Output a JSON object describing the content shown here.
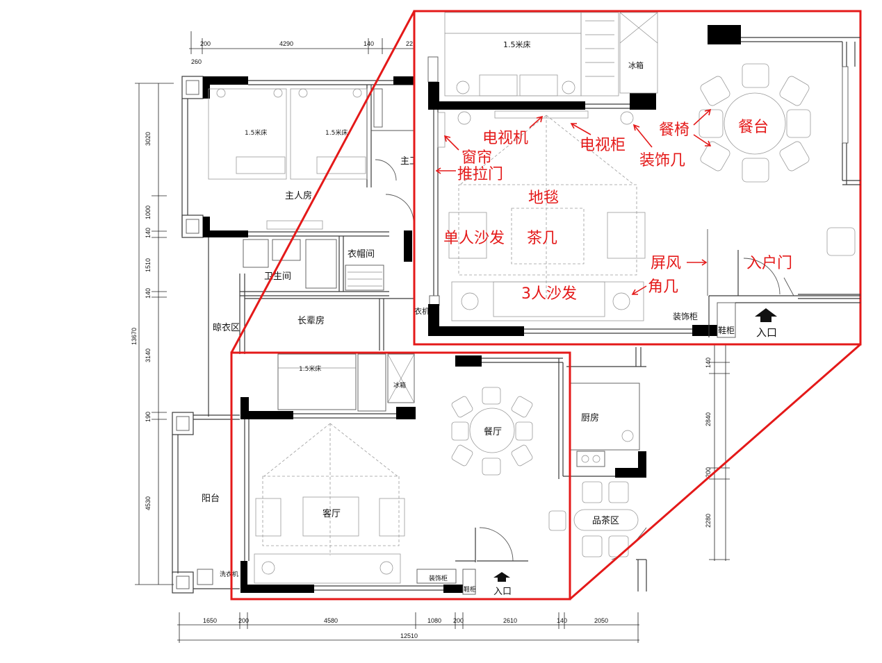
{
  "dimensions": {
    "top": [
      "200",
      "4290",
      "140",
      "22"
    ],
    "top_sub": "260",
    "left": [
      "3020",
      "1000",
      "140",
      "1510",
      "140",
      "3140",
      "190",
      "4530"
    ],
    "left_total": "13670",
    "bottom": [
      "1650",
      "200",
      "4580",
      "1080",
      "200",
      "2610",
      "140",
      "2050"
    ],
    "bottom_total": "12510",
    "right": [
      "140",
      "2840",
      "200",
      "2280"
    ]
  },
  "rooms": {
    "master": "主人房",
    "master_bath": "主卫",
    "bath": "卫生间",
    "wardrobe": "衣帽间",
    "elder": "长辈房",
    "drying": "晾衣区",
    "balcony": "阳台",
    "living": "客厅",
    "dining": "餐厅",
    "kitchen": "厨房",
    "tea": "品茶区",
    "bed1": "1.5米床",
    "bed2": "1.5米床",
    "bed3": "1.5米床",
    "fridge": "冰箱",
    "washer": "洗衣机",
    "deco_cab": "装饰柜",
    "shoe": "鞋柜",
    "entrance": "入口"
  },
  "zoom": {
    "bed": "1.5米床",
    "fridge": "冰箱",
    "washer_partial": "衣机",
    "deco_cab": "装饰柜",
    "shoe": "鞋柜",
    "entrance": "入口"
  },
  "annotations": {
    "tv": "电视机",
    "tv_cabinet": "电视柜",
    "curtain": "窗帘",
    "sliding_door": "推拉门",
    "deco_table": "装饰几",
    "dining_chair": "餐椅",
    "dining_table": "餐台",
    "rug": "地毯",
    "single_sofa": "单人沙发",
    "coffee_table": "茶几",
    "screen": "屏风",
    "entry_door": "入户门",
    "corner_table": "角几",
    "three_sofa": "3人沙发"
  },
  "colors": {
    "highlight": "#e41919",
    "wall": "#000000"
  }
}
